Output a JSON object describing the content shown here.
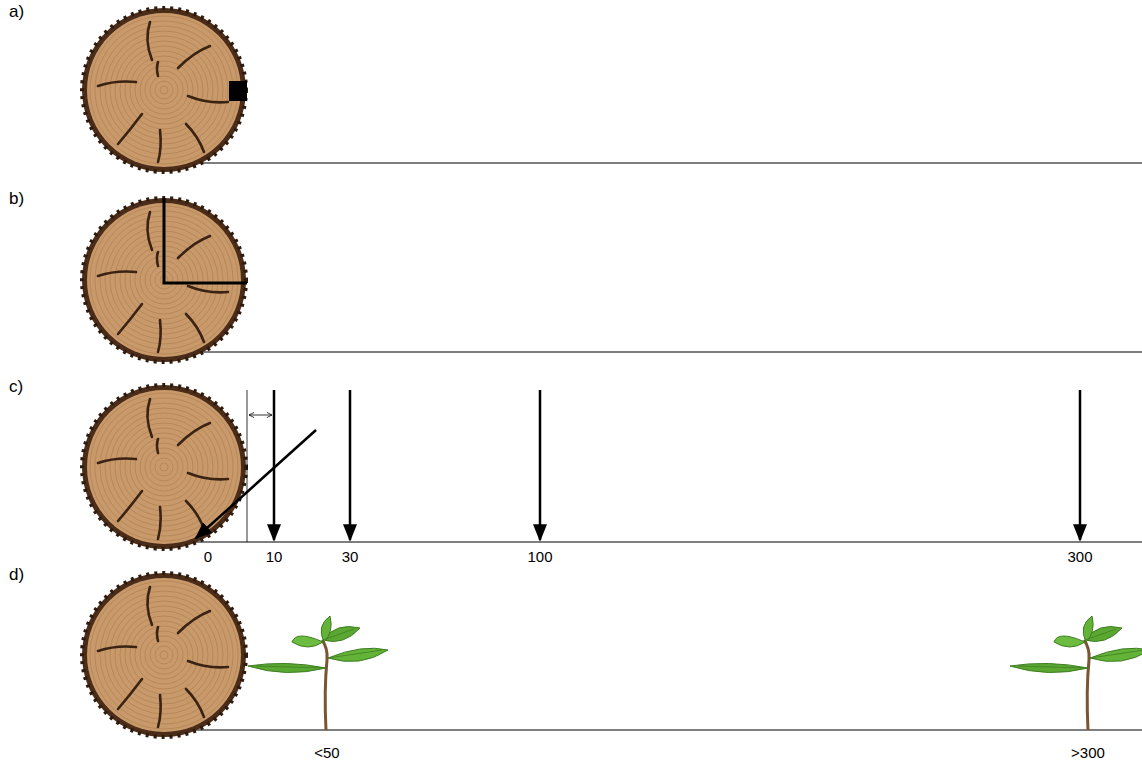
{
  "diagram": {
    "labels": [
      "a)",
      "b)",
      "c)",
      "d)",
      "0",
      "10",
      "30",
      "100",
      "300",
      "<50",
      ">300"
    ]
  }
}
